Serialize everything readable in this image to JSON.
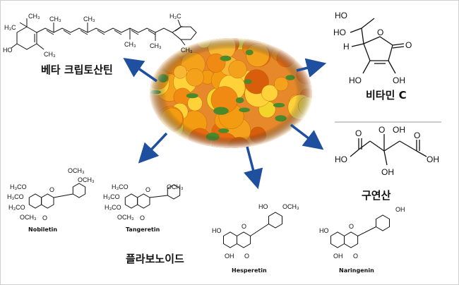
{
  "colors": {
    "arrow": "#1f4f9f",
    "divider": "#9a9a9a",
    "fruit_orange": "#f08a12",
    "fruit_yellow": "#f2d52a",
    "fruit_green": "#4b8a2a"
  },
  "groups": {
    "beta_cryptoxanthin": "베타 크립토산틴",
    "vitamin_c": "비타민 C",
    "citric_acid": "구연산",
    "flavonoids": "플라보노이드"
  },
  "molecules": {
    "nobiletin": "Nobiletin",
    "tangeretin": "Tangeretin",
    "hesperetin": "Hesperetin",
    "naringenin": "Naringenin"
  },
  "atoms": {
    "ch3": "CH₃",
    "h3c": "H₃C",
    "ho": "HO",
    "oh": "OH",
    "o": "O",
    "h": "H",
    "och3": "OCH₃",
    "h3co": "H₃CO"
  }
}
